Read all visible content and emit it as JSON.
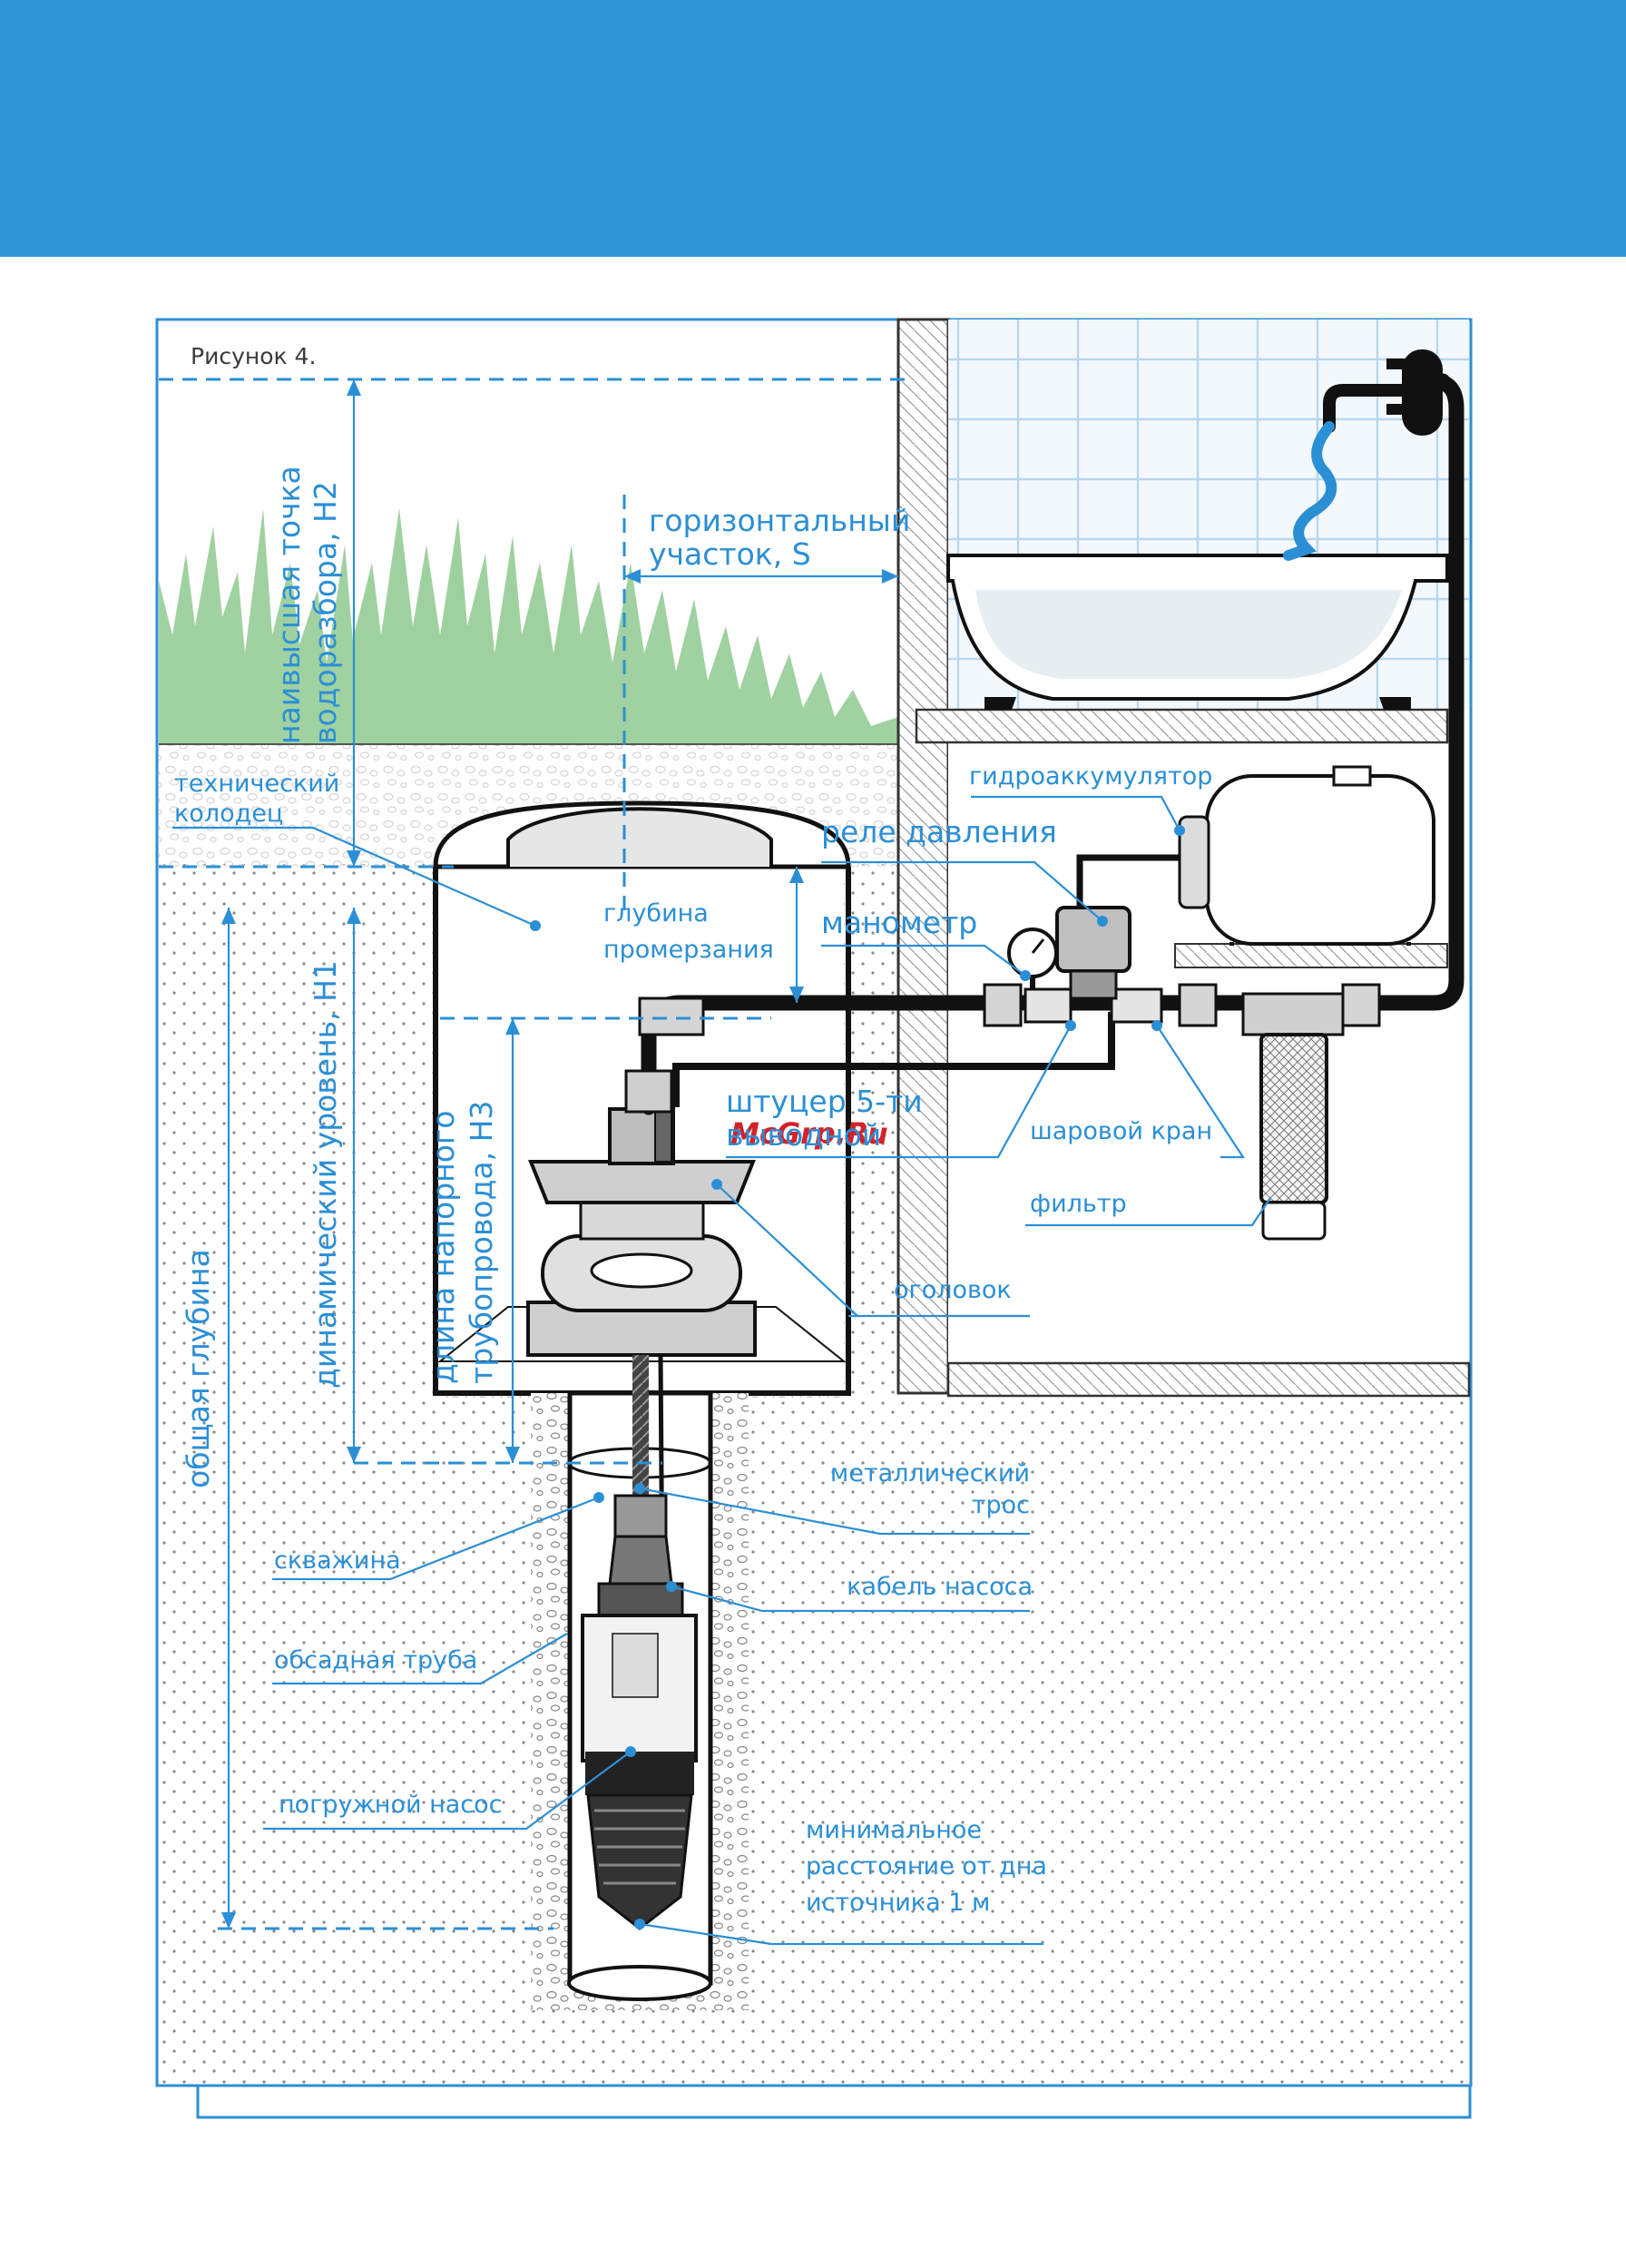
{
  "page": {
    "header_color": "#3096d8",
    "accent_color": "#2b8fd6",
    "soil_color": "#ebebeb",
    "grass_color": "#8fc98f"
  },
  "figure": {
    "caption": "Рисунок 4.",
    "dimensions": {
      "highest_point": [
        "наивысшая точка",
        "водоразбора, Н2"
      ],
      "horizontal": [
        "горизонтальный",
        "участок, S"
      ],
      "dynamic_level": "динамический уровень, Н1",
      "pipe_length": [
        "длина напорного",
        "трубопровода, Н3"
      ],
      "total_depth": "общая глубина"
    },
    "labels": {
      "tech_well": [
        "технический",
        "колодец"
      ],
      "frost_depth": [
        "глубина",
        "промерзания"
      ],
      "accumulator": "гидроаккумулятор",
      "pressure_relay": "реле давления",
      "manometer": "манометр",
      "fitting": [
        "штуцер 5-ти",
        "выводной"
      ],
      "ball_valve": "шаровой кран",
      "filter": "фильтр",
      "well_head": "оголовок",
      "steel_cable": [
        "металлический",
        "трос"
      ],
      "pump_cable": "кабель насоса",
      "borehole": "скважина",
      "casing": "обсадная труба",
      "submersible_pump": "погружной насос",
      "min_distance": [
        "минимальное",
        "расстояние от дна",
        "источника 1 м"
      ]
    },
    "watermark": "McGrp.Ru"
  }
}
